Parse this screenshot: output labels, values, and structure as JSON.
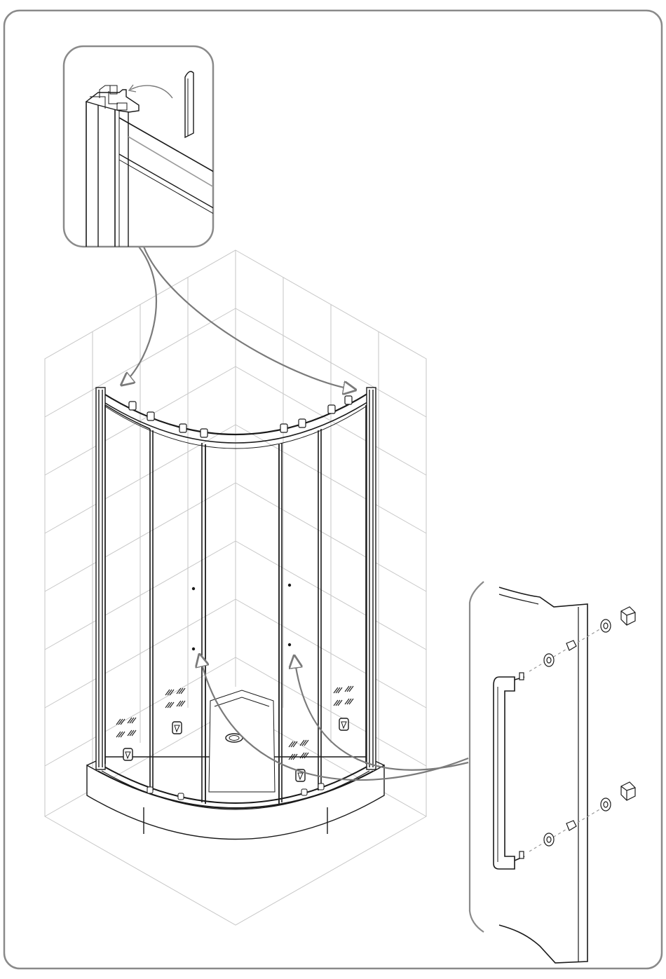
{
  "colors": {
    "frame": "#8a8a8a",
    "line": "#1a1a1a",
    "tile": "#c6c6c6",
    "arrow": "#7a7a7a",
    "background": "#ffffff"
  },
  "panels": {
    "detail_top": {
      "subject": "corner-profile-cap"
    },
    "detail_right": {
      "subject": "door-handle-assembly"
    },
    "main": {
      "subject": "quadrant-shower-enclosure"
    }
  },
  "icons": [
    "curved-arrow-icon",
    "screw-icon",
    "washer-icon",
    "cap-icon",
    "glass-pattern-icon",
    "handle-icon"
  ]
}
